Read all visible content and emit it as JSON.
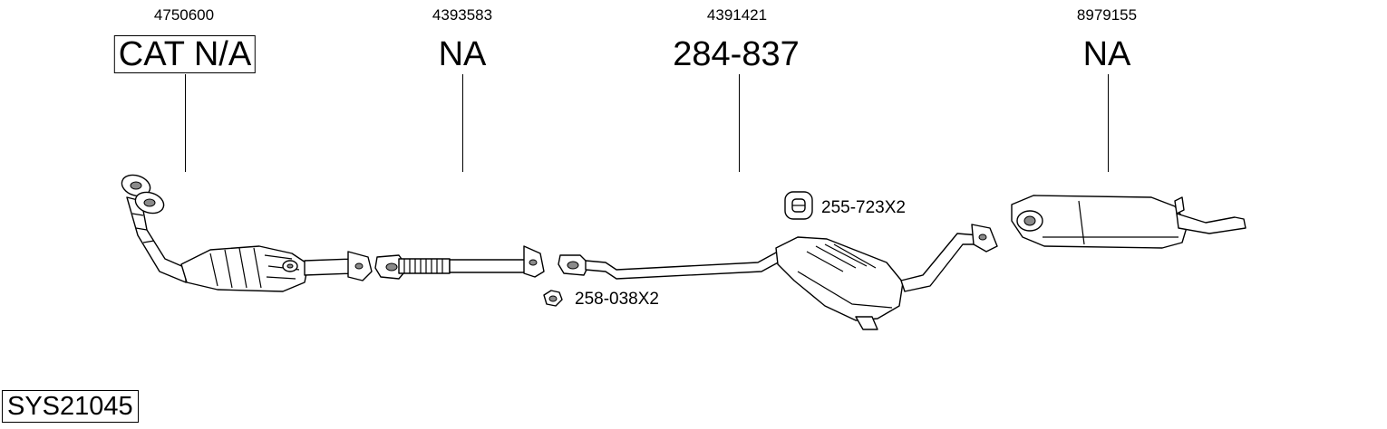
{
  "system_code": "SYS21045",
  "columns": [
    {
      "oem": "4750600",
      "code": "CAT N/A"
    },
    {
      "oem": "4393583",
      "code": "NA"
    },
    {
      "oem": "4391421",
      "code": "284-837"
    },
    {
      "oem": "8979155",
      "code": "NA"
    }
  ],
  "hardware": [
    {
      "label": "255-723X2"
    },
    {
      "label": "258-038X2"
    }
  ]
}
